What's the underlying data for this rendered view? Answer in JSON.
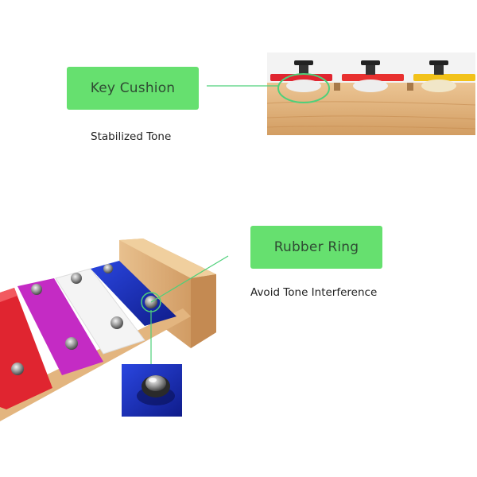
{
  "callouts": [
    {
      "title": "Key Cushion",
      "caption": "Stabilized Tone"
    },
    {
      "title": "Rubber Ring",
      "caption": "Avoid Tone Interference"
    }
  ],
  "colors": {
    "label_bg": "#66e06f",
    "connector": "#4ed07a",
    "wood": "#e2b683",
    "bar_red": "#e02530",
    "bar_magenta": "#c42bc4",
    "bar_white": "#f4f4f4",
    "bar_blue": "#1b2fc0",
    "bar_yellow": "#f2c21a"
  }
}
